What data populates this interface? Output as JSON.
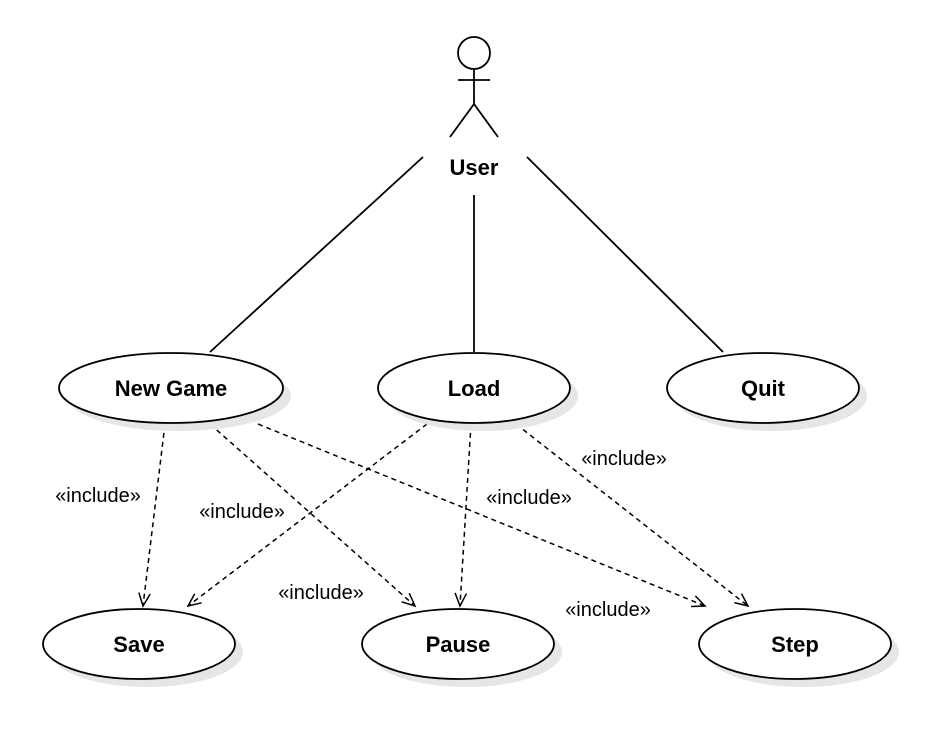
{
  "diagram": {
    "type": "use-case",
    "actor": {
      "name": "User"
    },
    "use_cases": [
      {
        "id": "new_game",
        "label": "New Game"
      },
      {
        "id": "load",
        "label": "Load"
      },
      {
        "id": "quit",
        "label": "Quit"
      },
      {
        "id": "save",
        "label": "Save"
      },
      {
        "id": "pause",
        "label": "Pause"
      },
      {
        "id": "step",
        "label": "Step"
      }
    ],
    "associations": [
      {
        "actor": "User",
        "use_case": "new_game"
      },
      {
        "actor": "User",
        "use_case": "load"
      },
      {
        "actor": "User",
        "use_case": "quit"
      }
    ],
    "relations": [
      {
        "from": "new_game",
        "to": "save",
        "stereotype": "«include»"
      },
      {
        "from": "new_game",
        "to": "pause",
        "stereotype": "«include»"
      },
      {
        "from": "new_game",
        "to": "step",
        "stereotype": "«include»"
      },
      {
        "from": "load",
        "to": "save",
        "stereotype": "«include»"
      },
      {
        "from": "load",
        "to": "pause",
        "stereotype": "«include»"
      },
      {
        "from": "load",
        "to": "step",
        "stereotype": "«include»"
      }
    ]
  }
}
